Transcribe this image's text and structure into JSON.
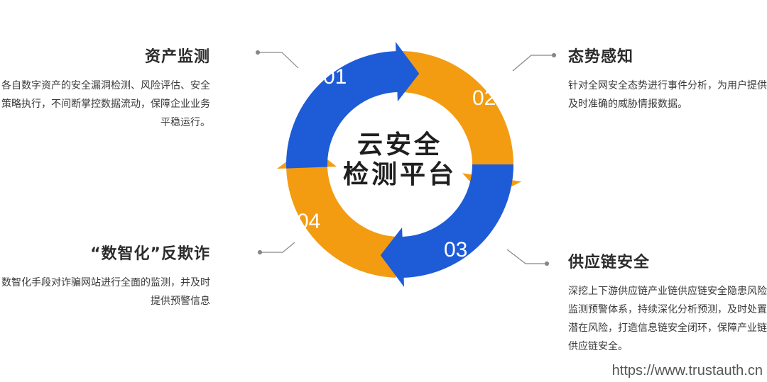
{
  "colors": {
    "blue": "#1e5bd6",
    "orange": "#f39c12",
    "leader": "#888888"
  },
  "center": {
    "line1": "云安全",
    "line2": "检测平台"
  },
  "segments": [
    {
      "number": "01",
      "color": "blue"
    },
    {
      "number": "02",
      "color": "orange"
    },
    {
      "number": "03",
      "color": "blue"
    },
    {
      "number": "04",
      "color": "orange"
    }
  ],
  "blocks": {
    "asset": {
      "title": "资产监测",
      "desc": "各自数字资产的安全漏洞检测、风险评估、安全策略执行，不间断掌控数据流动，保障企业业务平稳运行。"
    },
    "situation": {
      "title": "态势感知",
      "desc": "针对全网安全态势进行事件分析，为用户提供及时准确的威胁情报数据。"
    },
    "fraud": {
      "title": "“数智化”反欺诈",
      "desc": "数智化手段对诈骗网站进行全面的监测，并及时提供预警信息"
    },
    "supply": {
      "title": "供应链安全",
      "desc": "深挖上下游供应链产业链供应链安全隐患风险监测预警体系，持续深化分析预测，及时处置潜在风险，打造信息链安全闭环，保障产业链供应链安全。"
    }
  },
  "watermark": "https://www.trustauth.cn"
}
